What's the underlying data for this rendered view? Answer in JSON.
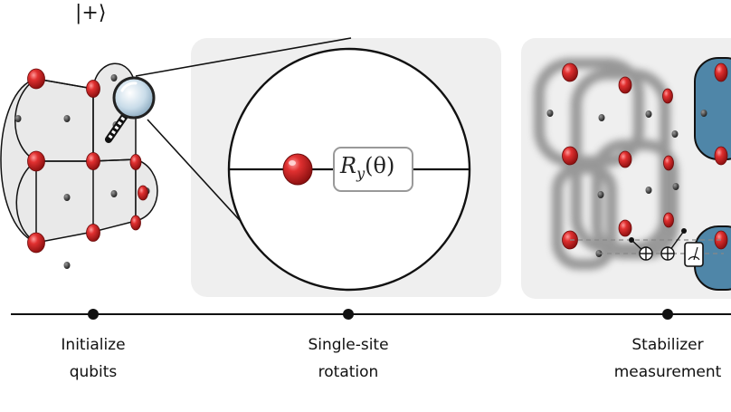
{
  "initial_state": "|+⟩",
  "gate_label": "Ry(θ)",
  "gate": {
    "symbol": "R",
    "subscript": "y",
    "argument": "(θ)"
  },
  "timeline": {
    "steps": [
      {
        "line1": "Initialize",
        "line2": "qubits"
      },
      {
        "line1": "Single-site",
        "line2": "rotation"
      },
      {
        "line1": "Stabilizer",
        "line2": "measurement"
      }
    ]
  },
  "colors": {
    "qubit": "#d42a2a",
    "qubit_dark": "#7a0d0d",
    "ancilla": "#333333",
    "plaquette": "#e9e9e9",
    "panel": "#efefef",
    "stabilizer": "#4f86a8",
    "lens": "#bfd6e6"
  }
}
